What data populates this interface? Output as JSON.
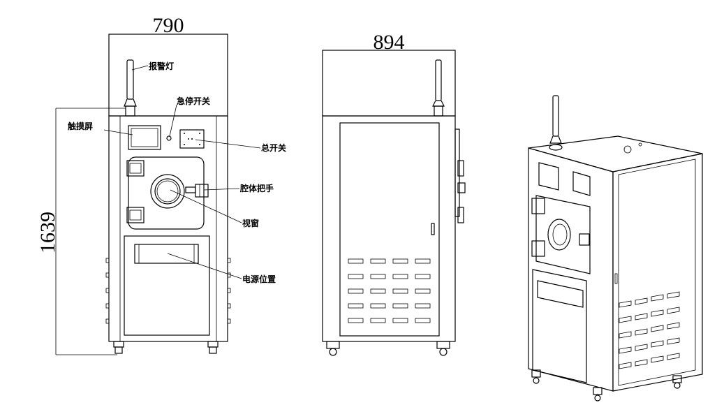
{
  "dimensions": {
    "front_width": "790",
    "side_depth": "894",
    "height": "1639"
  },
  "callouts": {
    "alarm_light": "报警灯",
    "emergency_stop": "急停开关",
    "touch_screen": "触摸屏",
    "main_switch": "总开关",
    "chamber_handle": "腔体把手",
    "viewing_window": "视窗",
    "power_location": "电源位置"
  }
}
